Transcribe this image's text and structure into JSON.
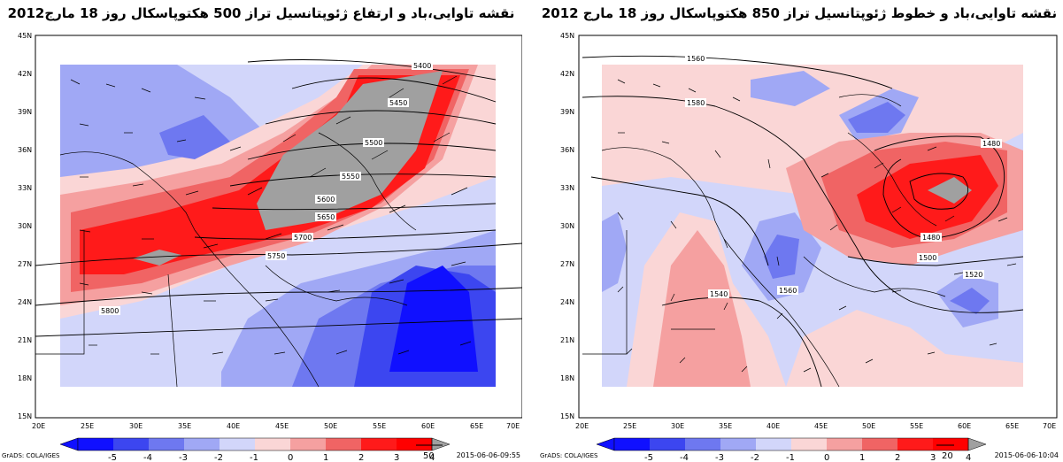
{
  "panels": [
    {
      "id": "z500",
      "title": "نقشه تاوایی،باد و ارتفاع ژئوپتانسیل تراز 500 هکتوپاسکال روز 18 مارج2012",
      "x_ticks": [
        "20E",
        "25E",
        "30E",
        "35E",
        "40E",
        "45E",
        "50E",
        "55E",
        "60E",
        "65E",
        "70E"
      ],
      "y_ticks": [
        "45N",
        "42N",
        "39N",
        "36N",
        "33N",
        "30N",
        "27N",
        "24N",
        "21N",
        "18N",
        "15N"
      ],
      "contour_labels": [
        "5400",
        "5450",
        "5500",
        "5550",
        "5600",
        "5650",
        "5700",
        "5750",
        "5800"
      ],
      "colorbar_ticks": [
        "-5",
        "-4",
        "-3",
        "-2",
        "-1",
        "0",
        "1",
        "2",
        "3",
        "4"
      ],
      "vector_ref": "50",
      "credit": "GrADS: COLA/IGES",
      "timestamp": "2015-06-06-09:55"
    },
    {
      "id": "z850",
      "title": "نقشه تاوایی،باد و خطوط ژئوپتانسیل تراز 850 هکتوپاسکال روز 18 مارج 2012",
      "x_ticks": [
        "20E",
        "25E",
        "30E",
        "35E",
        "40E",
        "45E",
        "50E",
        "55E",
        "60E",
        "65E",
        "70E"
      ],
      "y_ticks": [
        "45N",
        "42N",
        "39N",
        "36N",
        "33N",
        "30N",
        "27N",
        "24N",
        "21N",
        "18N",
        "15N"
      ],
      "contour_labels": [
        "1560",
        "1580",
        "1480",
        "1480",
        "1500",
        "1520",
        "1540",
        "1560"
      ],
      "colorbar_ticks": [
        "-5",
        "-4",
        "-3",
        "-2",
        "-1",
        "0",
        "1",
        "2",
        "3",
        "4"
      ],
      "vector_ref": "20",
      "credit": "GrADS: COLA/IGES",
      "timestamp": "2015-06-06-10:04"
    }
  ],
  "colors": {
    "neg5": "#1010ff",
    "neg4": "#3c46f0",
    "neg3": "#6e78f0",
    "neg2": "#a0a8f5",
    "neg1": "#d2d6fa",
    "pos0": "#fad6d6",
    "pos1": "#f5a0a0",
    "pos2": "#f06464",
    "pos3": "#ff1a1a",
    "pos4": "#ff0000",
    "gray": "#a0a0a0"
  }
}
